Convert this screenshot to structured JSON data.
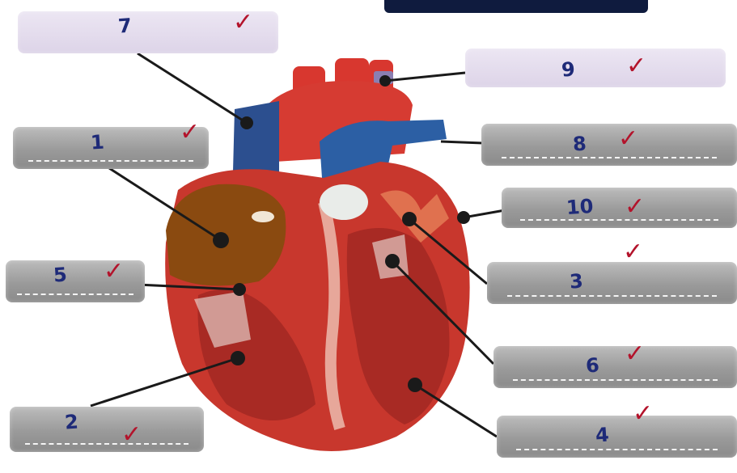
{
  "labels": [
    {
      "id": "7",
      "text": "7"
    },
    {
      "id": "1",
      "text": "1"
    },
    {
      "id": "5",
      "text": "5"
    },
    {
      "id": "2",
      "text": "2"
    },
    {
      "id": "9",
      "text": "9"
    },
    {
      "id": "8",
      "text": "8"
    },
    {
      "id": "10",
      "text": "10"
    },
    {
      "id": "3",
      "text": "3"
    },
    {
      "id": "6",
      "text": "6"
    },
    {
      "id": "4",
      "text": "4"
    }
  ],
  "checkmark": "✓",
  "colors": {
    "handwriting": "#1e2a78",
    "checkmark": "#b3132b",
    "muscle": "#c8372d",
    "vein": "#2c4f8f",
    "atrium": "#8a4a10",
    "leader_line": "#1a1a1a"
  }
}
